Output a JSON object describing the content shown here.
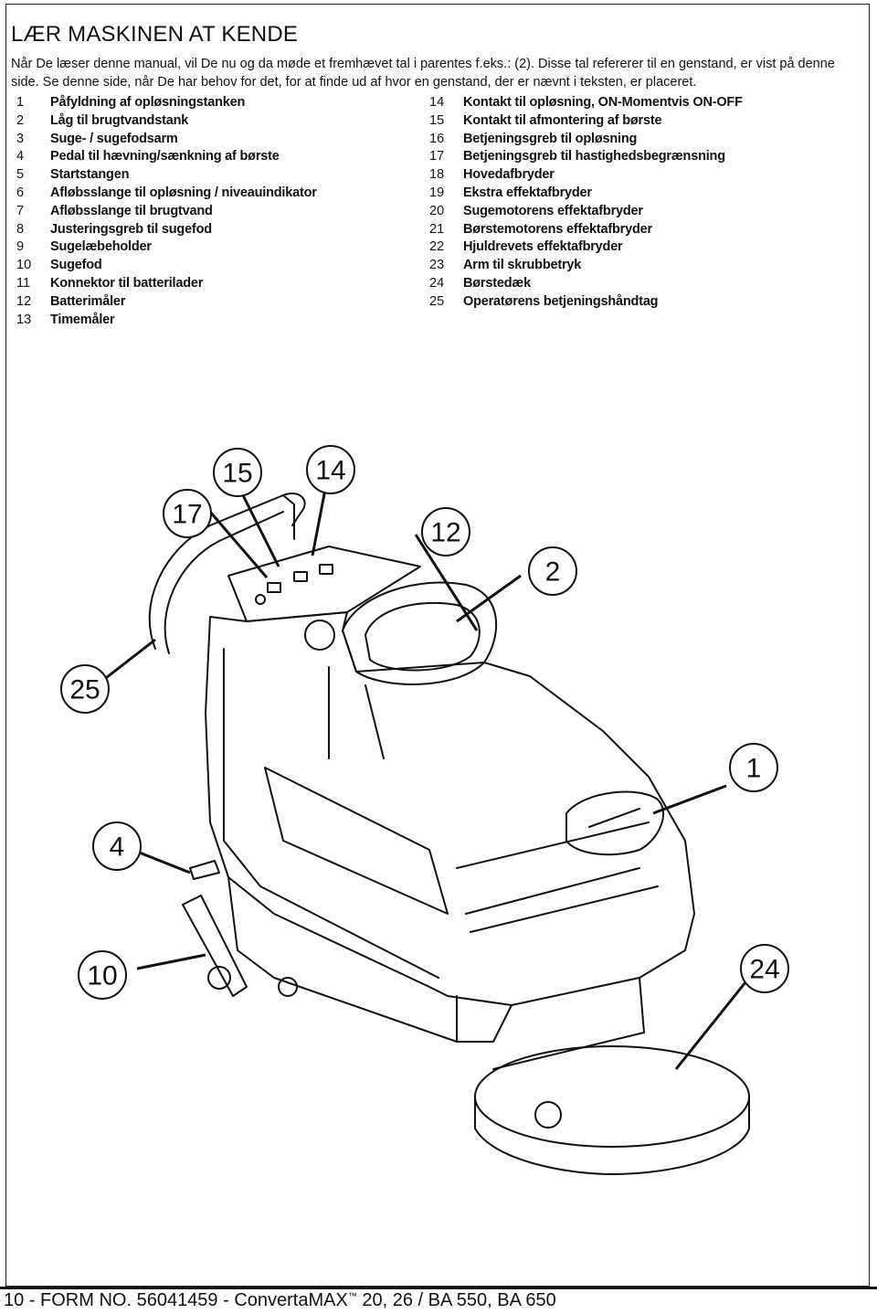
{
  "page": {
    "title": "LÆR MASKINEN AT KENDE",
    "intro": "Når De læser denne manual, vil De nu og da møde et fremhævet tal i parentes  f.eks.: (2).  Disse tal refererer til en genstand, er vist på denne side. Se denne side, når De har behov for det, for at finde ud af hvor en genstand, der er nævnt i teksten, er placeret."
  },
  "parts_left": [
    {
      "num": "1",
      "label": "Påfyldning af opløsningstanken"
    },
    {
      "num": "2",
      "label": "Låg til brugtvandstank"
    },
    {
      "num": "3",
      "label": "Suge- / sugefodsarm"
    },
    {
      "num": "4",
      "label": "Pedal til hævning/sænkning af børste"
    },
    {
      "num": "5",
      "label": "Startstangen"
    },
    {
      "num": "6",
      "label": "Afløbsslange til opløsning / niveauindikator"
    },
    {
      "num": "7",
      "label": "Afløbsslange til brugtvand"
    },
    {
      "num": "8",
      "label": "Justeringsgreb til sugefod"
    },
    {
      "num": "9",
      "label": "Sugelæbeholder"
    },
    {
      "num": "10",
      "label": "Sugefod"
    },
    {
      "num": "11",
      "label": "Konnektor til batterilader"
    },
    {
      "num": "12",
      "label": "Batterimåler"
    },
    {
      "num": "13",
      "label": "Timemåler"
    }
  ],
  "parts_right": [
    {
      "num": "14",
      "label": "Kontakt til opløsning, ON-Momentvis ON-OFF"
    },
    {
      "num": "15",
      "label": "Kontakt til afmontering af børste"
    },
    {
      "num": "16",
      "label": "Betjeningsgreb til opløsning"
    },
    {
      "num": "17",
      "label": "Betjeningsgreb til hastighedsbegrænsning"
    },
    {
      "num": "18",
      "label": "Hovedafbryder"
    },
    {
      "num": "19",
      "label": "Ekstra effektafbryder"
    },
    {
      "num": "20",
      "label": "Sugemotorens effektafbryder"
    },
    {
      "num": "21",
      "label": "Børstemotorens effektafbryder"
    },
    {
      "num": "22",
      "label": "Hjuldrevets effektafbryder"
    },
    {
      "num": "23",
      "label": "Arm til skrubbetryk"
    },
    {
      "num": "24",
      "label": "Børstedæk"
    },
    {
      "num": "25",
      "label": "Operatørens betjeningshåndtag"
    }
  ],
  "callouts": {
    "c15": "15",
    "c14": "14",
    "c17": "17",
    "c12": "12",
    "c2": "2",
    "c25": "25",
    "c1": "1",
    "c4": "4",
    "c10": "10",
    "c24": "24"
  },
  "footer": {
    "page_num": "10",
    "form": " - FORM NO. 56041459 - ConvertaMAX",
    "tm": "™",
    "models": " 20, 26 / BA 550, BA 650"
  }
}
